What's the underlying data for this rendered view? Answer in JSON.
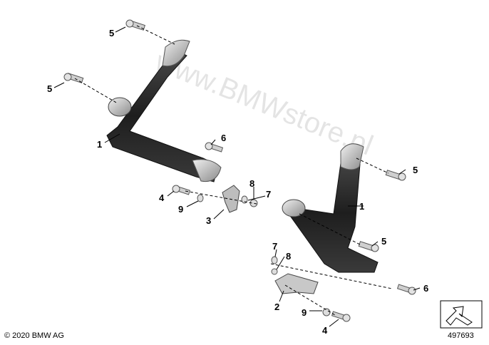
{
  "diagram": {
    "callouts": {
      "c1": "1",
      "c2": "2",
      "c3": "3",
      "c4": "4",
      "c5": "5",
      "c6": "6",
      "c7": "7",
      "c8": "8",
      "c9": "9"
    },
    "copyright": "© 2020 BMW AG",
    "reference_number": "497693",
    "watermark": "www.BMWstore.pl"
  }
}
